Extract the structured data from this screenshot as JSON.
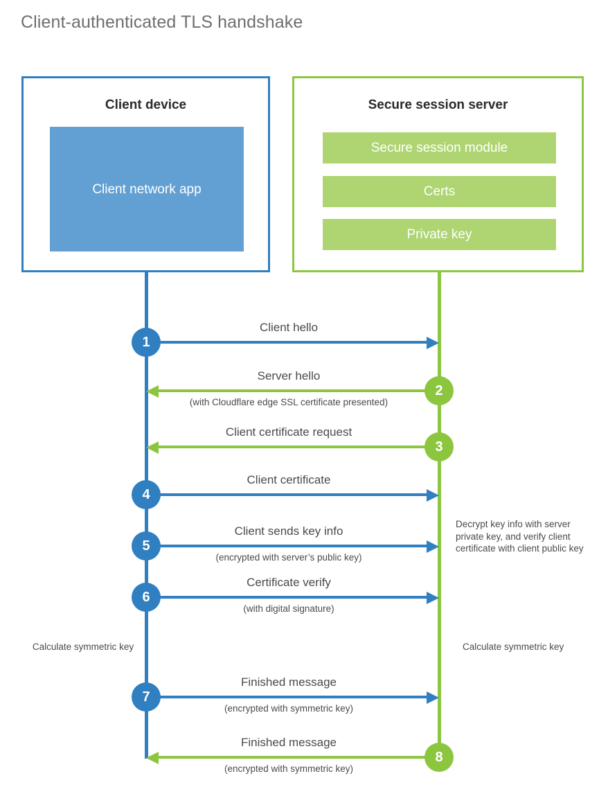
{
  "page_title": "Client-authenticated TLS handshake",
  "colors": {
    "client_blue": "#2f7fc1",
    "client_app_fill": "#62a0d3",
    "server_green": "#8cc63f",
    "server_bar_fill": "#aed572",
    "text_gray": "#4a4a4a",
    "title_gray": "#6d6e71"
  },
  "client": {
    "title": "Client device",
    "app_label": "Client network app"
  },
  "server": {
    "title": "Secure session server",
    "bars": [
      {
        "label": "Secure session module"
      },
      {
        "label": "Certs"
      },
      {
        "label": "Private key"
      }
    ]
  },
  "messages": [
    {
      "step": "1",
      "label": "Client hello",
      "sublabel": "",
      "direction": "to-server",
      "side": "client"
    },
    {
      "step": "2",
      "label": "Server hello",
      "sublabel": "(with Cloudflare edge SSL certificate presented)",
      "direction": "to-client",
      "side": "server"
    },
    {
      "step": "3",
      "label": "Client certificate request",
      "sublabel": "",
      "direction": "to-client",
      "side": "server"
    },
    {
      "step": "4",
      "label": "Client certificate",
      "sublabel": "",
      "direction": "to-server",
      "side": "client"
    },
    {
      "step": "5",
      "label": "Client sends key info",
      "sublabel": "(encrypted with server’s public key)",
      "direction": "to-server",
      "side": "client"
    },
    {
      "step": "6",
      "label": "Certificate verify",
      "sublabel": "(with digital signature)",
      "direction": "to-server",
      "side": "client"
    },
    {
      "step": "7",
      "label": "Finished message",
      "sublabel": "(encrypted with symmetric key)",
      "direction": "to-server",
      "side": "client"
    },
    {
      "step": "8",
      "label": "Finished message",
      "sublabel": "(encrypted with symmetric key)",
      "direction": "to-client",
      "side": "server"
    }
  ],
  "notes": {
    "decrypt": "Decrypt key info with server private key, and verify client certificate with client public key",
    "calculate_client": "Calculate symmetric key",
    "calculate_server": "Calculate symmetric key"
  }
}
